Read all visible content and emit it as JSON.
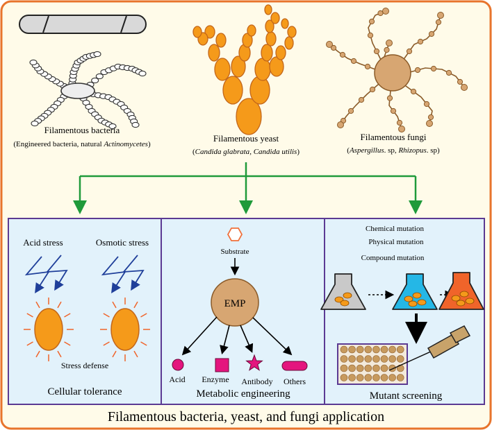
{
  "colors": {
    "outer_bg": "#fffbe9",
    "outer_border": "#e8742c",
    "panel_bg": "#e2f2fb",
    "panel_border": "#5b3a93",
    "arrow_green": "#1f9a3a",
    "orange": "#f59a1a",
    "brown": "#d7a672",
    "pink": "#e4157e"
  },
  "top": {
    "bacteria": {
      "title": "Filamentous bacteria",
      "subtitle_plain": "(Engineered bacteria, natural ",
      "subtitle_italic": "Actinomycetes",
      "subtitle_end": ")"
    },
    "yeast": {
      "title": "Filamentous yeast",
      "open": "(",
      "italic1": "Candida glabrata",
      "sep": ", ",
      "italic2": "Candida utilis",
      "close": ")"
    },
    "fungi": {
      "title": "Filamentous fungi",
      "open": "(",
      "italic1": "Aspergillus",
      "mid": ". sp, ",
      "italic2": "Rhizopus",
      "end": ". sp)"
    }
  },
  "panels": {
    "tolerance": {
      "acid_stress": "Acid stress",
      "osmotic_stress": "Osmotic stress",
      "stress_defense": "Stress defense",
      "title": "Cellular tolerance"
    },
    "metabolic": {
      "substrate": "Substrate",
      "emp": "EMP",
      "acid": "Acid",
      "enzyme": "Enzyme",
      "antibody": "Antibody",
      "others": "Others",
      "title": "Metabolic engineering"
    },
    "mutant": {
      "chemical": "Chemical mutation",
      "physical": "Physical mutation",
      "compound": "Compound mutation",
      "title": "Mutant screening"
    }
  },
  "footer": "Filamentous bacteria, yeast, and fungi application"
}
